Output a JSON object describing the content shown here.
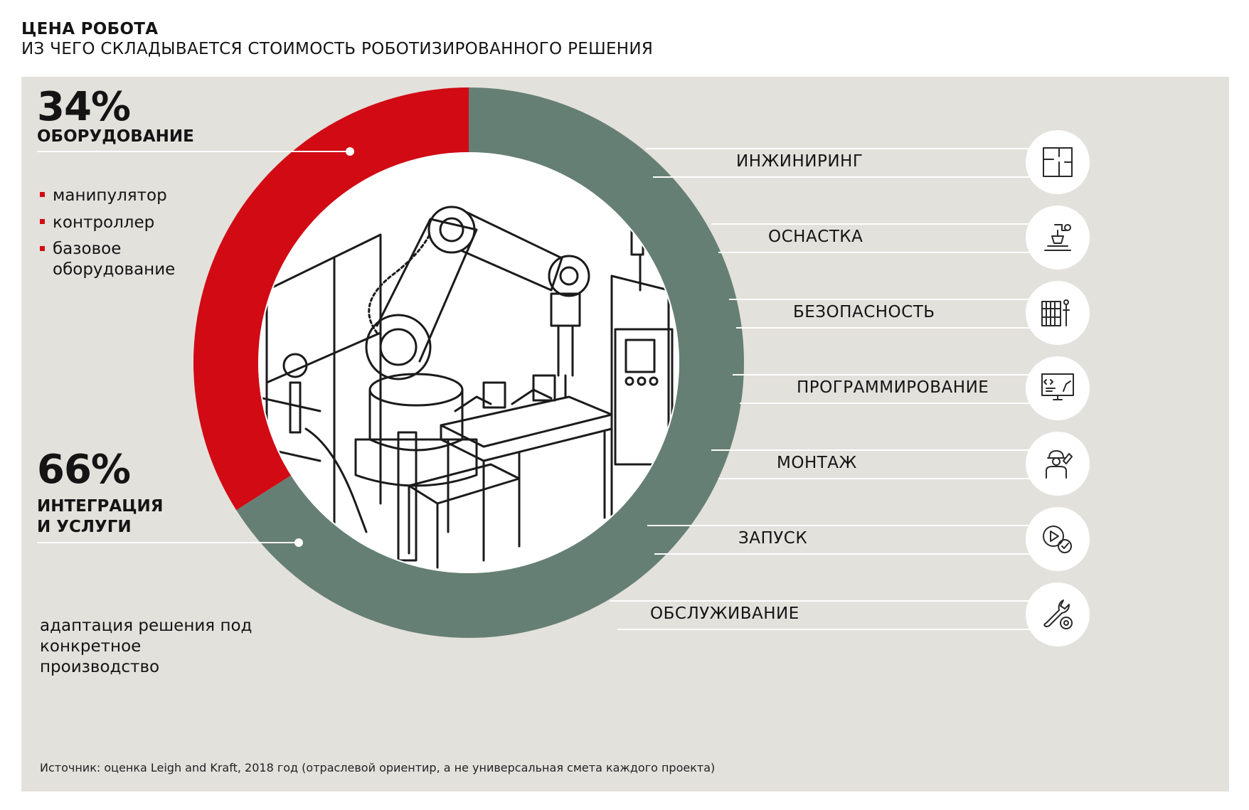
{
  "header": {
    "title": "ЦЕНА РОБОТА",
    "subtitle": "ИЗ ЧЕГО СКЛАДЫВАЕТСЯ СТОИМОСТЬ РОБОТИЗИРОВАННОГО РЕШЕНИЯ"
  },
  "chart_data": {
    "type": "pie",
    "title": "ЦЕНА РОБОТА",
    "subtitle": "ИЗ ЧЕГО СКЛАДЫВАЕТСЯ СТОИМОСТЬ РОБОТИЗИРОВАННОГО РЕШЕНИЯ",
    "slices": [
      {
        "label": "ОБОРУДОВАНИЕ",
        "value": 34,
        "value_label": "34%",
        "color": "#d10a14"
      },
      {
        "label": "ИНТЕГРАЦИЯ И УСЛУГИ",
        "value": 66,
        "value_label": "66%",
        "color": "#667f74"
      }
    ]
  },
  "equipment": {
    "percent": "34%",
    "label": "ОБОРУДОВАНИЕ",
    "items": [
      "манипулятор",
      "контроллер",
      "базовое оборудование"
    ]
  },
  "integration": {
    "percent": "66%",
    "label_line1": "ИНТЕГРАЦИЯ",
    "label_line2": "И УСЛУГИ",
    "description": "адаптация решения под конкретное производство"
  },
  "services": [
    {
      "label": "ИНЖИНИРИНГ",
      "icon": "floor-plan-icon"
    },
    {
      "label": "ОСНАСТКА",
      "icon": "gripper-tooling-icon"
    },
    {
      "label": "БЕЗОПАСНОСТЬ",
      "icon": "safety-fence-icon"
    },
    {
      "label": "ПРОГРАММИРОВАНИЕ",
      "icon": "code-monitor-icon"
    },
    {
      "label": "МОНТАЖ",
      "icon": "installer-worker-icon"
    },
    {
      "label": "ЗАПУСК",
      "icon": "play-check-icon"
    },
    {
      "label": "ОБСЛУЖИВАНИЕ",
      "icon": "wrench-gear-icon"
    }
  ],
  "source": "Источник: оценка Leigh and Kraft, 2018 год (отраслевой ориентир, а не универсальная смета каждого проекта)"
}
